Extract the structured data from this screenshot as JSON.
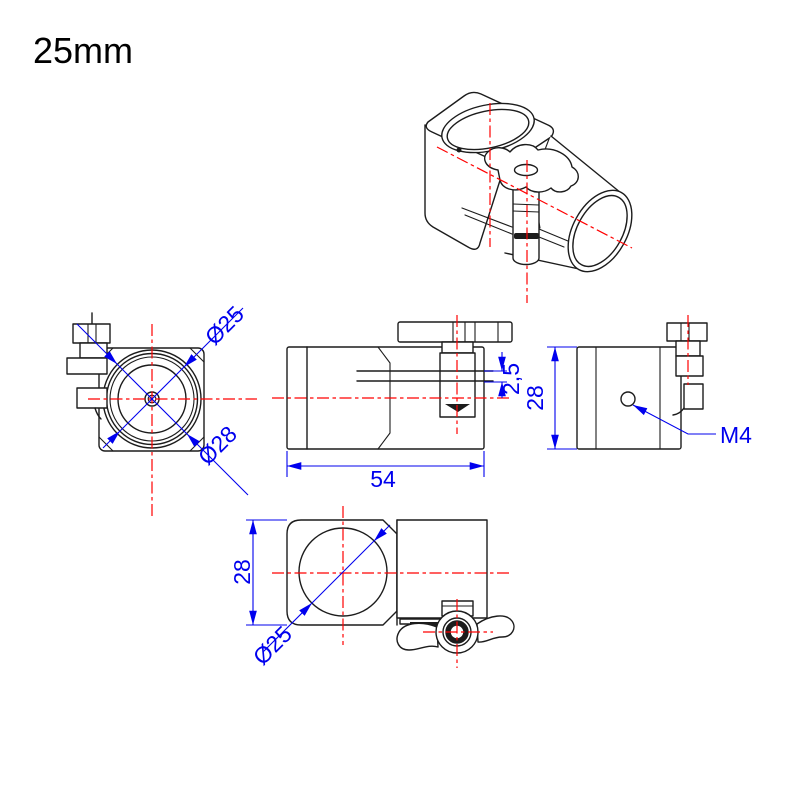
{
  "title": "25mm",
  "colors": {
    "object_line": "#1c1c1c",
    "centerline": "#ff0000",
    "dimension": "#0000ee",
    "background": "#ffffff"
  },
  "views": {
    "front": {
      "dim_bore": "Ø25",
      "dim_outer": "Ø28"
    },
    "side": {
      "dim_length": "54",
      "dim_slot": "2,5"
    },
    "right": {
      "dim_height": "28",
      "dim_thread": "M4"
    },
    "bottom": {
      "dim_height": "28",
      "dim_bore": "Ø25"
    }
  }
}
